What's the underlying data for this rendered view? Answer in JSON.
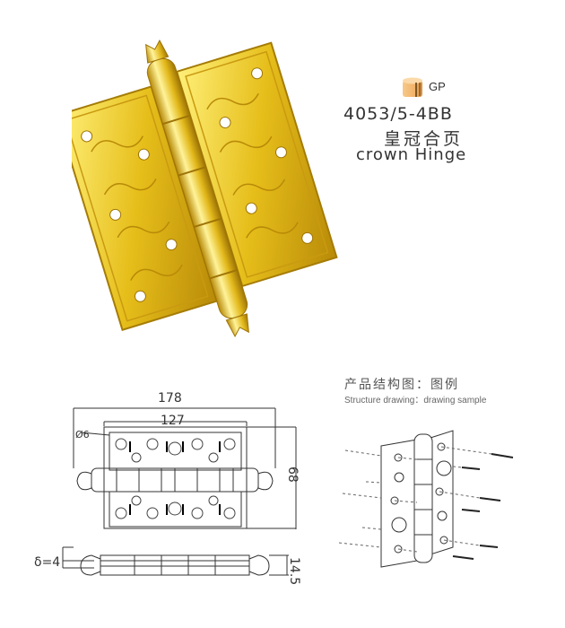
{
  "product": {
    "finish_code": "GP",
    "finish_color": "#F2B36A",
    "model": "4053/5-4BB",
    "name_cn": "皇冠合页",
    "name_en": "crown Hinge",
    "image_icon": "gold-crown-hinge-photo",
    "gold_color": "#E8C020"
  },
  "structure_section": {
    "title_cn": "产品结构图：图例",
    "title_en": "Structure drawing：drawing sample",
    "icon": "hinge-exploded-view-drawing"
  },
  "dimensions": {
    "overall_length": "178",
    "leaf_length": "127",
    "hole_diameter": "Ø6",
    "width": "68",
    "thickness": "δ=4",
    "knuckle_diameter": "14.5"
  }
}
